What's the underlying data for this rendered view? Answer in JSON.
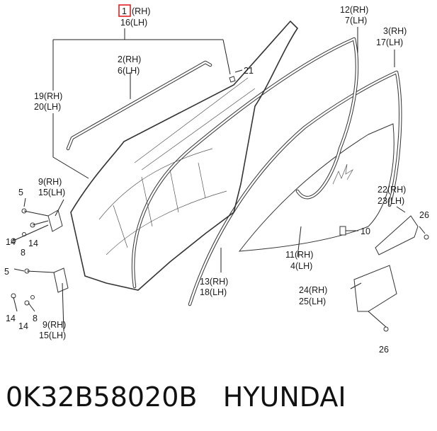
{
  "labels": {
    "l1": "1",
    "l1s": "(RH)",
    "l16": "16(LH)",
    "l2": "2(RH)",
    "l6": "6(LH)",
    "l21": "21",
    "l12": "12(RH)",
    "l7": "7(LH)",
    "l3": "3(RH)",
    "l17": "17(LH)",
    "l19": "19(RH)",
    "l20": "20(LH)",
    "l9a": "9(RH)",
    "l15a": "15(LH)",
    "l5a": "5",
    "l14a": "14",
    "l8a": "8",
    "l14b": "14",
    "l5b": "5",
    "l14c": "14",
    "l14d": "14",
    "l8b": "8",
    "l9b": "9(RH)",
    "l15b": "15(LH)",
    "l22": "22(RH)",
    "l23": "23(LH)",
    "l26a": "26",
    "l10": "10",
    "l11": "11(RH)",
    "l4": "4(LH)",
    "l13": "13(RH)",
    "l18": "18(LH)",
    "l24": "24(RH)",
    "l25": "25(LH)",
    "l26b": "26"
  },
  "highlight_color": "#e02020",
  "caption": {
    "part_number": "0K32B58020B",
    "brand": "HYUNDAI"
  }
}
